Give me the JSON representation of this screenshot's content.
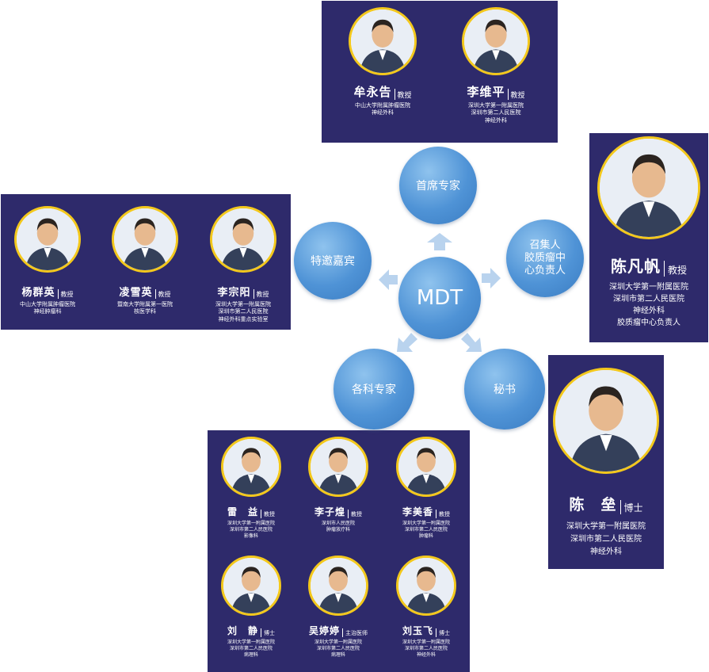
{
  "center": "MDT",
  "nodes": {
    "chief": "首席专家",
    "guest": "特邀嘉宾",
    "convener": "召集人\n胶质瘤中\n心负责人",
    "specialists": "各科专家",
    "secretary": "秘书"
  },
  "chief_panel": [
    {
      "name": "牟永告",
      "title": "教授",
      "aff": [
        "中山大学附属肿瘤医院",
        "神经外科"
      ]
    },
    {
      "name": "李维平",
      "title": "教授",
      "aff": [
        "深圳大学第一附属医院",
        "深圳市第二人民医院",
        "神经外科"
      ]
    }
  ],
  "guest_panel": [
    {
      "name": "杨群英",
      "title": "教授",
      "aff": [
        "中山大学附属肿瘤医院",
        "神经肿瘤科"
      ]
    },
    {
      "name": "凌雪英",
      "title": "教授",
      "aff": [
        "暨南大学附属第一医院",
        "核医学科"
      ]
    },
    {
      "name": "李宗阳",
      "title": "教授",
      "aff": [
        "深圳大学第一附属医院",
        "深圳市第二人民医院",
        "神经外科重点实验室"
      ]
    }
  ],
  "convener_panel": {
    "name": "陈凡帆",
    "title": "教授",
    "aff": [
      "深圳大学第一附属医院",
      "深圳市第二人民医院",
      "神经外科",
      "胶质瘤中心负责人"
    ]
  },
  "secretary_panel": {
    "name": "陈　垒",
    "title": "博士",
    "aff": [
      "深圳大学第一附属医院",
      "深圳市第二人民医院",
      "神经外科"
    ]
  },
  "specialist_panel": [
    {
      "name": "雷　益",
      "title": "教授",
      "aff": [
        "深圳大学第一附属医院",
        "深圳市第二人民医院",
        "影像科"
      ]
    },
    {
      "name": "李子煌",
      "title": "教授",
      "aff": [
        "深圳市人民医院",
        "肿瘤放疗科"
      ]
    },
    {
      "name": "李美香",
      "title": "教授",
      "aff": [
        "深圳大学第一附属医院",
        "深圳市第二人民医院",
        "肿瘤科"
      ]
    },
    {
      "name": "刘　静",
      "title": "博士",
      "aff": [
        "深圳大学第一附属医院",
        "深圳市第二人民医院",
        "病理科"
      ]
    },
    {
      "name": "吴婷婷",
      "title": "主治医师",
      "aff": [
        "深圳大学第一附属医院",
        "深圳市第二人民医院",
        "病理科"
      ]
    },
    {
      "name": "刘玉飞",
      "title": "博士",
      "aff": [
        "深圳大学第一附属医院",
        "深圳市第二人民医院",
        "神经外科"
      ]
    }
  ],
  "colors": {
    "panel": "#2e2a6b",
    "avatar_border": "#f3c81c",
    "node": "#4f93d6",
    "arrow": "#b9d3ee"
  }
}
